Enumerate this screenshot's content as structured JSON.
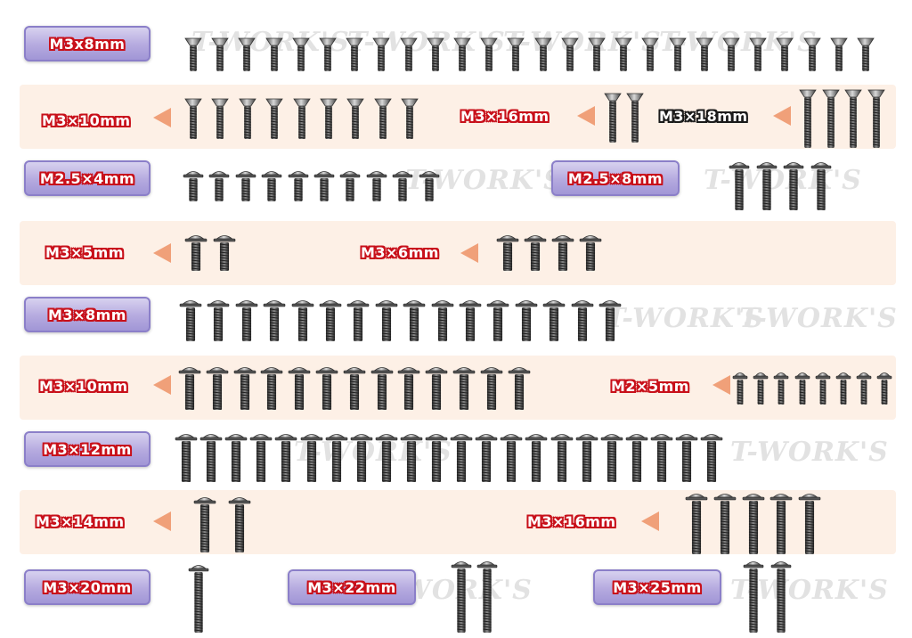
{
  "watermark": "T-WORK'S",
  "colors": {
    "band": "#fdf0e6",
    "label_outline": "#c8101a",
    "arrow": "#f0a079",
    "box": "#b5aadf"
  },
  "rows": [
    {
      "label": "M3x8mm",
      "count": 26,
      "head": "countersunk"
    },
    {
      "groups": [
        {
          "label": "M3×10mm",
          "count": 9,
          "head": "countersunk"
        },
        {
          "label": "M3×16mm",
          "count": 2,
          "head": "countersunk"
        },
        {
          "label": "M3×18mm",
          "count": 4,
          "head": "countersunk"
        }
      ]
    },
    {
      "groups": [
        {
          "label": "M2.5×4mm",
          "count": 10,
          "head": "flanged button"
        },
        {
          "label": "M2.5×8mm",
          "count": 4,
          "head": "flanged button"
        }
      ]
    },
    {
      "groups": [
        {
          "label": "M3×5mm",
          "count": 2,
          "head": "button"
        },
        {
          "label": "M3×6mm",
          "count": 4,
          "head": "button"
        }
      ]
    },
    {
      "label": "M3×8mm",
      "count": 16,
      "head": "button"
    },
    {
      "groups": [
        {
          "label": "M3×10mm",
          "count": 13,
          "head": "button"
        },
        {
          "label": "M2×5mm",
          "count": 8,
          "head": "button"
        }
      ]
    },
    {
      "label": "M3×12mm",
      "count": 22,
      "head": "button"
    },
    {
      "groups": [
        {
          "label": "M3×14mm",
          "count": 2,
          "head": "button"
        },
        {
          "label": "M3×16mm",
          "count": 5,
          "head": "button"
        }
      ]
    },
    {
      "groups": [
        {
          "label": "M3×20mm",
          "count": 1,
          "head": "button"
        },
        {
          "label": "M3×22mm",
          "count": 2,
          "head": "button"
        },
        {
          "label": "M3×25mm",
          "count": 2,
          "head": "button"
        }
      ]
    }
  ]
}
